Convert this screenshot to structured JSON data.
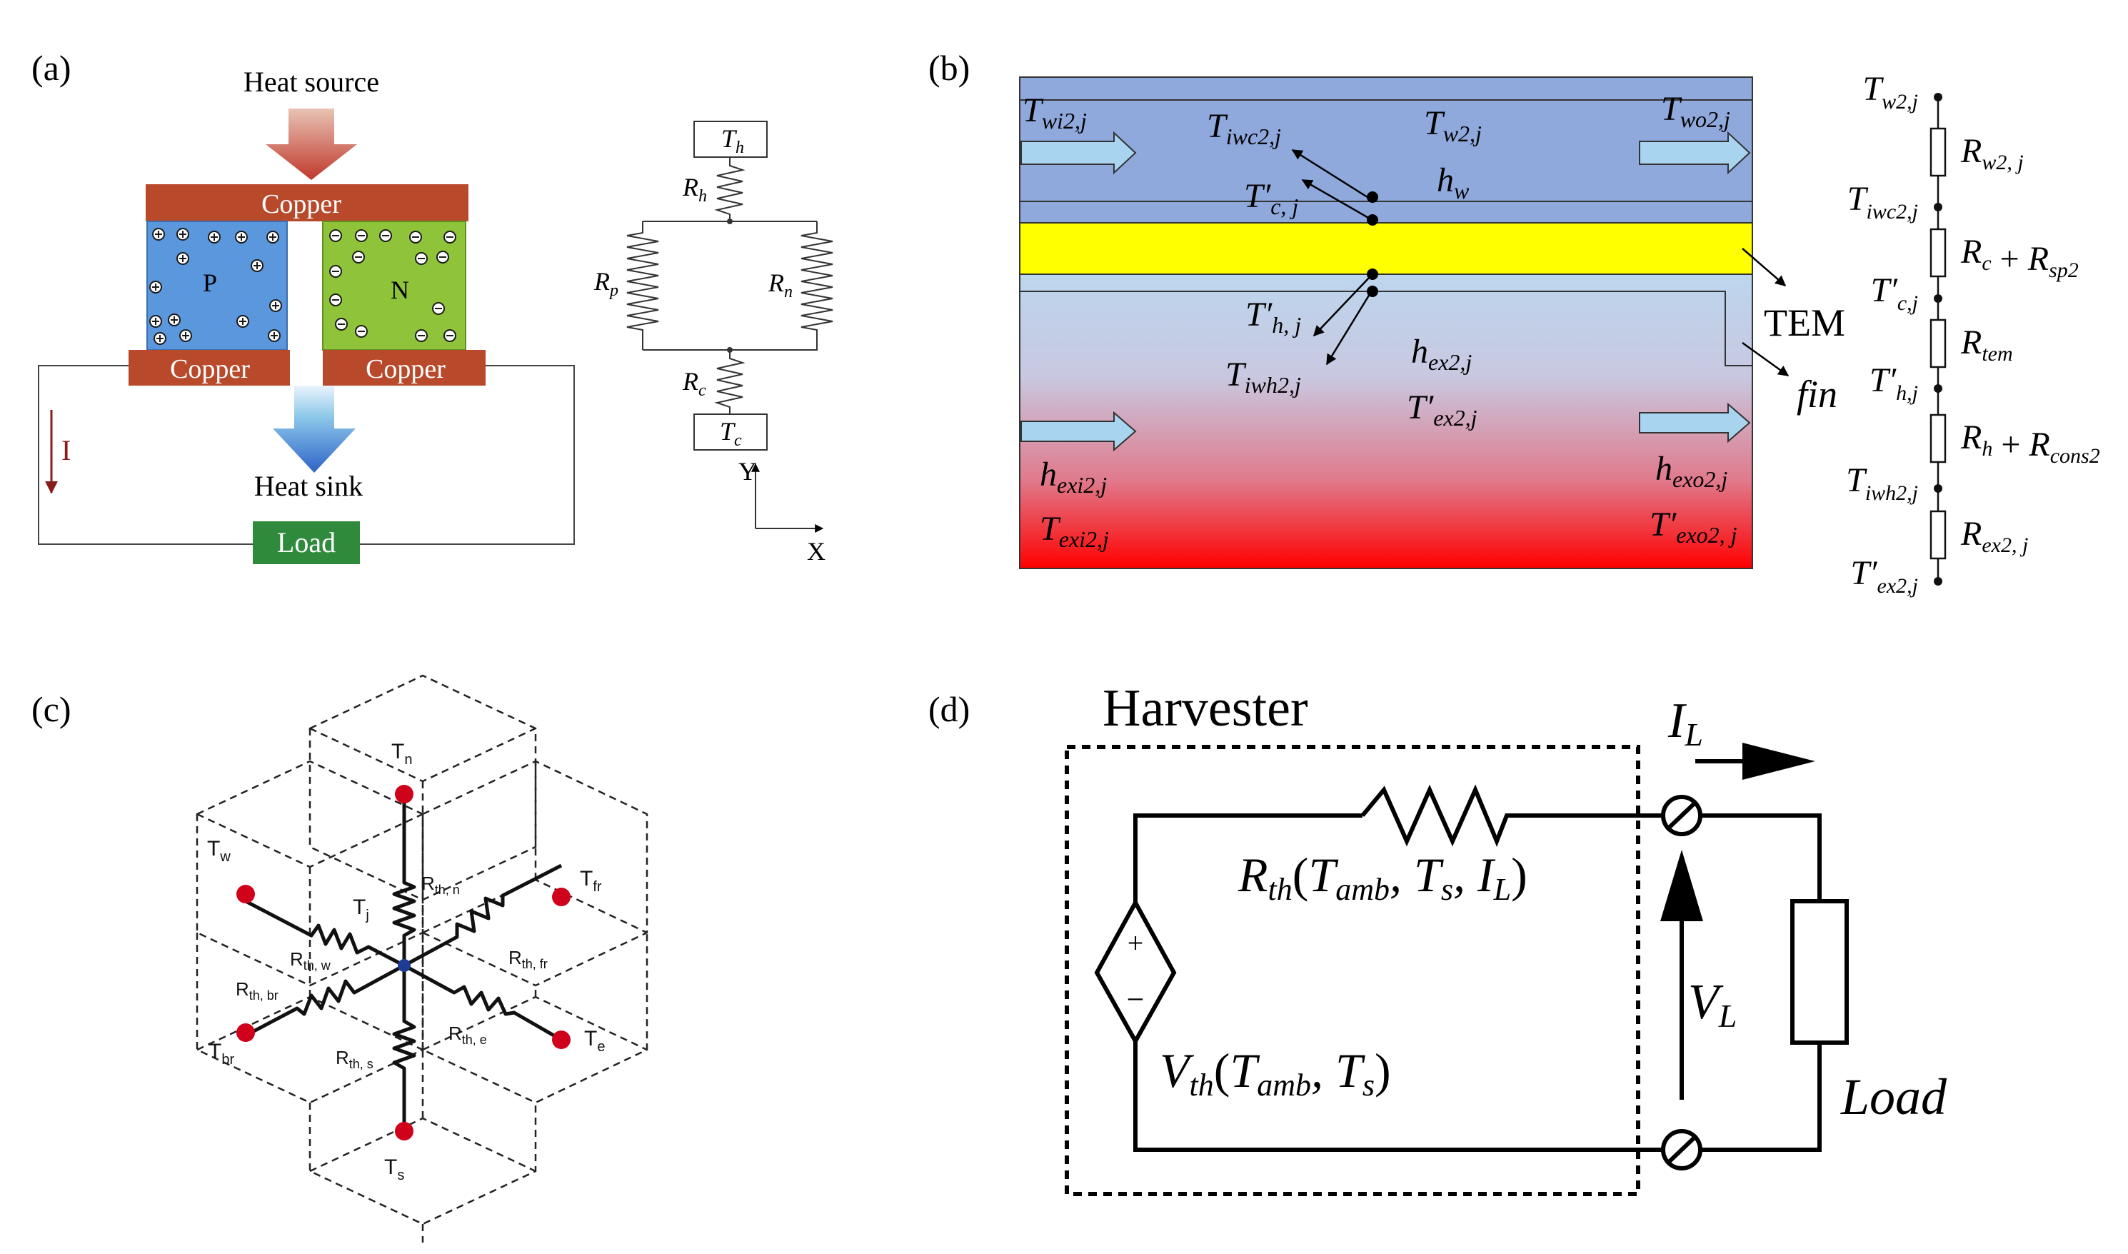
{
  "panel_labels": {
    "a": "(a)",
    "b": "(b)",
    "c": "(c)",
    "d": "(d)"
  },
  "panel_a": {
    "heat_source": "Heat source",
    "heat_sink": "Heat sink",
    "copper_top": "Copper",
    "copper_left": "Copper",
    "copper_right": "Copper",
    "p_label": "P",
    "n_label": "N",
    "current_label": "I",
    "load_label": "Load",
    "circuit": {
      "th": "T",
      "th_sub": "h",
      "tc": "T",
      "tc_sub": "c",
      "rh": "R",
      "rh_sub": "h",
      "rc": "R",
      "rc_sub": "c",
      "rp": "R",
      "rp_sub": "p",
      "rn": "R",
      "rn_sub": "n",
      "axis_y": "Y",
      "axis_x": "X"
    },
    "colors": {
      "copper": "#b84a2b",
      "p_leg": "#5b97dc",
      "n_leg": "#8fc43a",
      "load": "#2f8a3c",
      "current": "#8b1a1a"
    }
  },
  "panel_b": {
    "labels": {
      "twi": "T",
      "twi_sub": "wi2,j",
      "tiwc": "T",
      "tiwc_sub": "iwc2,j",
      "tw2": "T",
      "tw2_sub": "w2,j",
      "two": "T",
      "two_sub": "wo2,j",
      "tc_prime": "T′",
      "tc_prime_sub": "c, j",
      "hw": "h",
      "hw_sub": "w",
      "th_prime": "T′",
      "th_prime_sub": "h, j",
      "tiwh": "T",
      "tiwh_sub": "iwh2,j",
      "hex": "h",
      "hex_sub": "ex2,j",
      "tex_prime": "T′",
      "tex_prime_sub": "ex2,j",
      "hexi": "h",
      "hexi_sub": "exi2,j",
      "texi": "T",
      "texi_sub": "exi2,j",
      "hexo": "h",
      "hexo_sub": "exo2,j",
      "texo": "T′",
      "texo_sub": "exo2, j",
      "tem": "TEM",
      "fin": "fin"
    },
    "network": {
      "nodes": [
        {
          "sym": "T",
          "sub": "w2,j"
        },
        {
          "sym": "T",
          "sub": "iwc2,j"
        },
        {
          "sym": "T′",
          "sub": "c,j"
        },
        {
          "sym": "T′",
          "sub": "h,j"
        },
        {
          "sym": "T",
          "sub": "iwh2,j"
        },
        {
          "sym": "T′",
          "sub": "ex2,j"
        }
      ],
      "resistors": [
        {
          "parts": [
            {
              "sym": "R",
              "sub": "w2, j"
            }
          ]
        },
        {
          "parts": [
            {
              "sym": "R",
              "sub": "c"
            },
            {
              "op": "+"
            },
            {
              "sym": "R",
              "sub": "sp2"
            }
          ]
        },
        {
          "parts": [
            {
              "sym": "R",
              "sub": "tem"
            }
          ]
        },
        {
          "parts": [
            {
              "sym": "R",
              "sub": "h"
            },
            {
              "op": "+"
            },
            {
              "sym": "R",
              "sub": "cons2"
            }
          ]
        },
        {
          "parts": [
            {
              "sym": "R",
              "sub": "ex2, j"
            }
          ]
        }
      ]
    },
    "colors": {
      "water": "#8fa9dc",
      "tem": "#ffff00",
      "exhaust_top": "#bcd6ee",
      "exhaust_bottom": "#ff0000"
    }
  },
  "panel_c": {
    "nodes": {
      "tn": "T",
      "tn_sub": "n",
      "tw": "T",
      "tw_sub": "w",
      "tj": "T",
      "tj_sub": "j",
      "tfr": "T",
      "tfr_sub": "fr",
      "tbr": "T",
      "tbr_sub": "br",
      "te": "T",
      "te_sub": "e",
      "ts": "T",
      "ts_sub": "s"
    },
    "resistors": {
      "rn": "R",
      "rn_sub": "th, n",
      "rw": "R",
      "rw_sub": "th, w",
      "rfr": "R",
      "rfr_sub": "th, fr",
      "rbr": "R",
      "rbr_sub": "th, br",
      "re": "R",
      "re_sub": "th, e",
      "rs": "R",
      "rs_sub": "th, s"
    },
    "colors": {
      "node": "#d0021b",
      "center": "#1f3a93"
    }
  },
  "panel_d": {
    "harvester": "Harvester",
    "load": "Load",
    "il": "I",
    "il_sub": "L",
    "vl": "V",
    "vl_sub": "L",
    "rth": {
      "pre": "R",
      "pre_sub": "th",
      "open": "(",
      "t1": "T",
      "t1_sub": "amb",
      "sep1": ", ",
      "t2": "T",
      "t2_sub": "s",
      "sep2": ", ",
      "t3": "I",
      "t3_sub": "L",
      "close": ")"
    },
    "vth": {
      "pre": "V",
      "pre_sub": "th",
      "open": "(",
      "t1": "T",
      "t1_sub": "amb",
      "sep1": ", ",
      "t2": "T",
      "t2_sub": "s",
      "close": ")"
    },
    "plus": "+",
    "minus": "−"
  }
}
